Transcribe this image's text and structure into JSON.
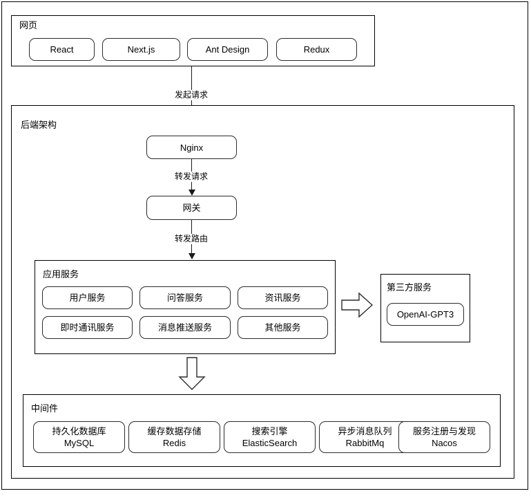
{
  "diagram": {
    "title_groups": {
      "webpage": "网页",
      "backend": "后端架构",
      "app_services": "应用服务",
      "third_party": "第三方服务",
      "middleware": "中间件"
    },
    "frontend_nodes": [
      {
        "label": "React"
      },
      {
        "label": "Next.js"
      },
      {
        "label": "Ant Design"
      },
      {
        "label": "Redux"
      }
    ],
    "gateway_chain": [
      {
        "label": "Nginx"
      },
      {
        "label": "网关"
      }
    ],
    "edge_labels": {
      "initiate_request": "发起请求",
      "forward_request": "转发请求",
      "forward_route": "转发路由"
    },
    "app_service_nodes": [
      {
        "label": "用户服务"
      },
      {
        "label": "问答服务"
      },
      {
        "label": "资讯服务"
      },
      {
        "label": "即时通讯服务"
      },
      {
        "label": "消息推送服务"
      },
      {
        "label": "其他服务"
      }
    ],
    "third_party_nodes": [
      {
        "label": "OpenAI-GPT3"
      }
    ],
    "middleware_nodes": [
      {
        "line1": "持久化数据库",
        "line2": "MySQL"
      },
      {
        "line1": "缓存数据存储",
        "line2": "Redis"
      },
      {
        "line1": "搜索引擎",
        "line2": "ElasticSearch"
      },
      {
        "line1": "异步消息队列",
        "line2": "RabbitMq"
      },
      {
        "line1": "服务注册与发现",
        "line2": "Nacos"
      }
    ],
    "colors": {
      "stroke": "#000000",
      "node_stroke": "#2b2b2b",
      "background": "#ffffff",
      "text": "#000000"
    }
  }
}
